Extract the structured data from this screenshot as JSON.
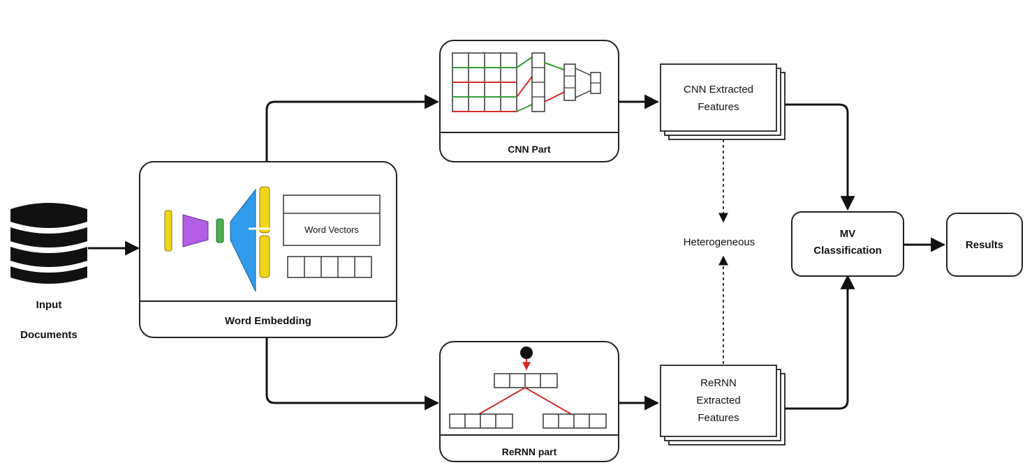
{
  "input": {
    "line1": "Input",
    "line2": "Documents"
  },
  "word_embedding": {
    "title": "Word Embedding",
    "vectors_label": "Word Vectors"
  },
  "cnn": {
    "title": "CNN Part"
  },
  "rernn": {
    "title": "ReRNN part"
  },
  "cnn_features": {
    "line1": "CNN Extracted",
    "line2": "Features"
  },
  "rernn_features": {
    "line1": "ReRNN",
    "line2": "Extracted",
    "line3": "Features"
  },
  "heterogeneous": {
    "label": "Heterogeneous"
  },
  "mv": {
    "line1": "MV",
    "line2": "Classification"
  },
  "results": {
    "label": "Results"
  },
  "colors": {
    "yellow": "#f2d51a",
    "purple": "#b25ee6",
    "green": "#4caf50",
    "blue": "#2f9bea",
    "red": "#d32a2a",
    "grid_green": "#3a9a3a"
  }
}
